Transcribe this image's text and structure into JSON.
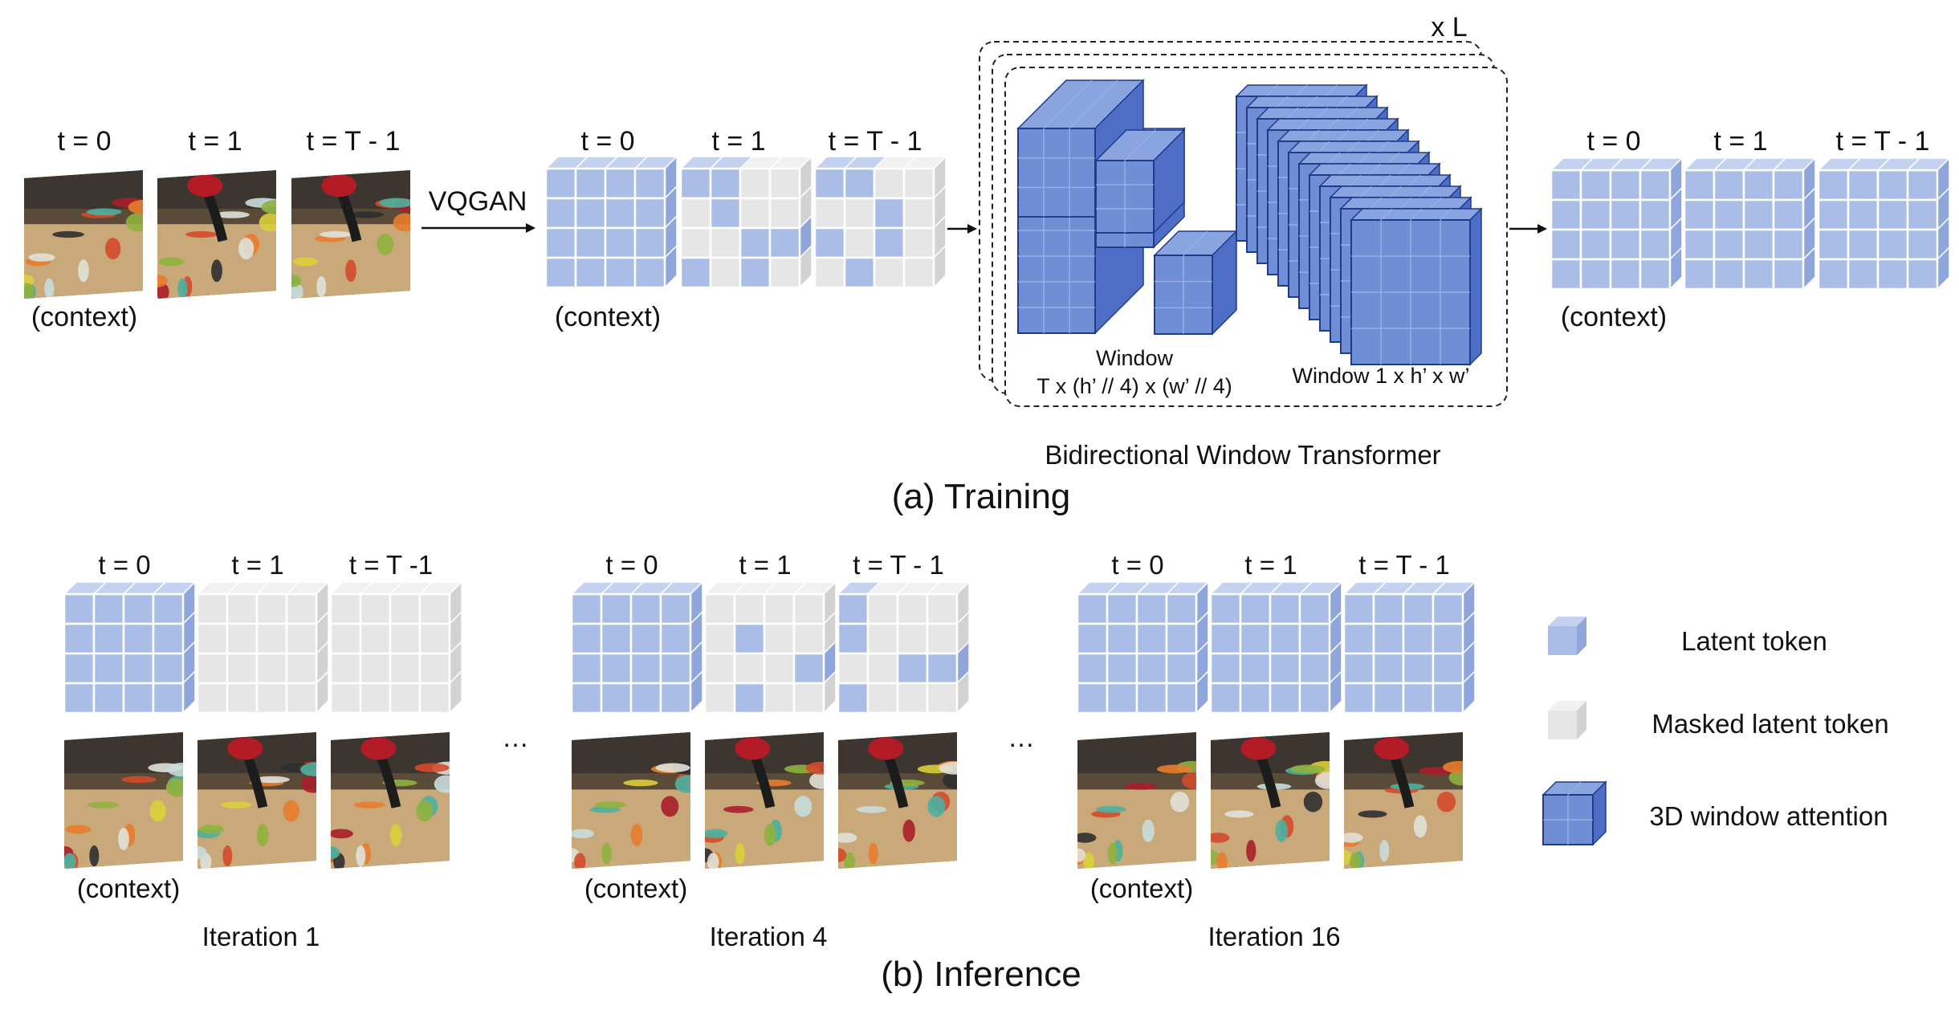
{
  "colors": {
    "latent_front": "#aabde6",
    "latent_side": "#8fa6dc",
    "latent_top": "#c4d2f0",
    "latent_grid": "#ffffff",
    "masked_front": "#e6e6e6",
    "masked_side": "#d2d2d2",
    "masked_top": "#f1f1f1",
    "window_front": "#6f8ed6",
    "window_side": "#4d6ec4",
    "window_top": "#8aa4e0",
    "window_edge": "#1f3b8a",
    "arrow": "#111111",
    "dashed": "#222222"
  },
  "icons": {
    "frame": "robot-scene-photo-icon",
    "arrow": "arrow-right-icon",
    "latent": "latent-token-cube-icon",
    "masked": "masked-latent-token-cube-icon",
    "window": "3d-window-attention-cube-icon"
  },
  "training": {
    "caption": "(a) Training",
    "frame_labels": [
      "t = 0",
      "t = 1",
      "t = T - 1"
    ],
    "frames_context": "(context)",
    "encoder_label": "VQGAN",
    "token_labels": [
      "t = 0",
      "t = 1",
      "t = T - 1"
    ],
    "tokens_context": "(context)",
    "mask_patterns": [
      [
        [
          1,
          1,
          1,
          1
        ],
        [
          1,
          1,
          1,
          1
        ],
        [
          1,
          1,
          1,
          1
        ],
        [
          1,
          1,
          1,
          1
        ]
      ],
      [
        [
          1,
          1,
          0,
          0
        ],
        [
          0,
          1,
          0,
          0
        ],
        [
          0,
          0,
          1,
          1
        ],
        [
          1,
          0,
          1,
          0
        ]
      ],
      [
        [
          1,
          1,
          0,
          0
        ],
        [
          0,
          0,
          1,
          0
        ],
        [
          1,
          0,
          1,
          0
        ],
        [
          0,
          1,
          0,
          0
        ]
      ]
    ],
    "transformer": {
      "repeat_label": "x L",
      "window_a_line1": "Window",
      "window_a_line2": "T x (h’ // 4) x (w’ // 4)",
      "window_b_label": "Window 1 x h’ x w’",
      "title": "Bidirectional Window Transformer"
    },
    "output_labels": [
      "t = 0",
      "t = 1",
      "t = T - 1"
    ],
    "output_context": "(context)"
  },
  "inference": {
    "caption": "(b) Inference",
    "ellipsis": "…",
    "context_label": "(context)",
    "groups": [
      {
        "iteration": "Iteration 1",
        "labels": [
          "t = 0",
          "t = 1",
          "t = T -1"
        ],
        "masks": [
          [
            [
              1,
              1,
              1,
              1
            ],
            [
              1,
              1,
              1,
              1
            ],
            [
              1,
              1,
              1,
              1
            ],
            [
              1,
              1,
              1,
              1
            ]
          ],
          [
            [
              0,
              0,
              0,
              0
            ],
            [
              0,
              0,
              0,
              0
            ],
            [
              0,
              0,
              0,
              0
            ],
            [
              0,
              0,
              0,
              0
            ]
          ],
          [
            [
              0,
              0,
              0,
              0
            ],
            [
              0,
              0,
              0,
              0
            ],
            [
              0,
              0,
              0,
              0
            ],
            [
              0,
              0,
              0,
              0
            ]
          ]
        ]
      },
      {
        "iteration": "Iteration 4",
        "labels": [
          "t = 0",
          "t = 1",
          "t = T - 1"
        ],
        "masks": [
          [
            [
              1,
              1,
              1,
              1
            ],
            [
              1,
              1,
              1,
              1
            ],
            [
              1,
              1,
              1,
              1
            ],
            [
              1,
              1,
              1,
              1
            ]
          ],
          [
            [
              0,
              0,
              0,
              0
            ],
            [
              0,
              1,
              0,
              0
            ],
            [
              0,
              0,
              0,
              1
            ],
            [
              0,
              1,
              0,
              0
            ]
          ],
          [
            [
              1,
              0,
              0,
              0
            ],
            [
              1,
              0,
              0,
              0
            ],
            [
              0,
              0,
              1,
              1
            ],
            [
              1,
              0,
              0,
              0
            ]
          ]
        ]
      },
      {
        "iteration": "Iteration 16",
        "labels": [
          "t = 0",
          "t = 1",
          "t = T - 1"
        ],
        "masks": [
          [
            [
              1,
              1,
              1,
              1
            ],
            [
              1,
              1,
              1,
              1
            ],
            [
              1,
              1,
              1,
              1
            ],
            [
              1,
              1,
              1,
              1
            ]
          ],
          [
            [
              1,
              1,
              1,
              1
            ],
            [
              1,
              1,
              1,
              1
            ],
            [
              1,
              1,
              1,
              1
            ],
            [
              1,
              1,
              1,
              1
            ]
          ],
          [
            [
              1,
              1,
              1,
              1
            ],
            [
              1,
              1,
              1,
              1
            ],
            [
              1,
              1,
              1,
              1
            ],
            [
              1,
              1,
              1,
              1
            ]
          ]
        ]
      }
    ]
  },
  "legend": {
    "latent_label": "Latent token",
    "masked_label": "Masked latent token",
    "window_label": "3D window attention"
  }
}
